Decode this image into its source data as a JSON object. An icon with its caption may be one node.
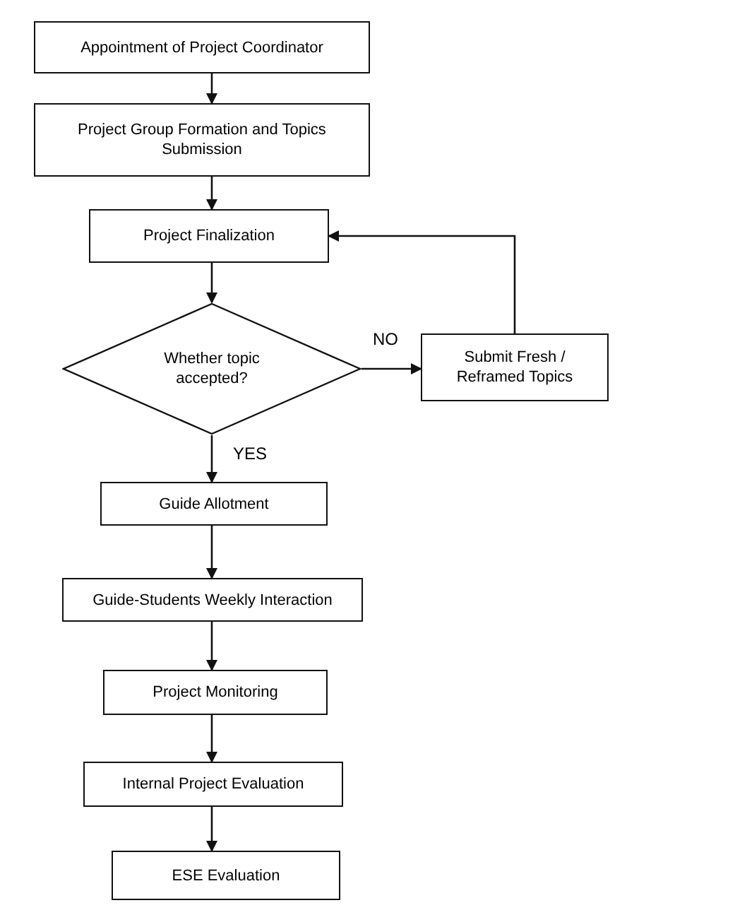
{
  "diagram": {
    "nodes": [
      {
        "text": [
          "Appointment of Project Coordinator"
        ]
      },
      {
        "text": [
          "Project Group Formation and Topics Submission"
        ]
      },
      {
        "text": [
          "Project Finalization"
        ]
      },
      {
        "text": [
          "Whether topic accepted?"
        ]
      },
      {
        "text": [
          "Submit Fresh / Reframed Topics"
        ]
      },
      {
        "text": [
          "Guide Allotment"
        ]
      },
      {
        "text": [
          "Guide-Students Weekly Interaction"
        ]
      },
      {
        "text": [
          "Project Monitoring"
        ]
      },
      {
        "text": [
          "Internal Project Evaluation"
        ]
      },
      {
        "text": [
          "ESE Evaluation"
        ]
      }
    ],
    "edges": [
      {
        "from": 0,
        "to": 1,
        "arrow": "to"
      },
      {
        "from": 1,
        "to": 2,
        "arrow": "to"
      },
      {
        "from": 2,
        "to": 3,
        "arrow": "to"
      },
      {
        "from": 3,
        "to": 4,
        "arrow": "to",
        "label": "NO"
      },
      {
        "from": 4,
        "to": 2,
        "arrow": "to"
      },
      {
        "from": 3,
        "to": 5,
        "arrow": "to",
        "label": "YES"
      },
      {
        "from": 5,
        "to": 6,
        "arrow": "to"
      },
      {
        "from": 6,
        "to": 7,
        "arrow": "to"
      },
      {
        "from": 7,
        "to": 8,
        "arrow": "to"
      },
      {
        "from": 8,
        "to": 9,
        "arrow": "to"
      }
    ]
  }
}
